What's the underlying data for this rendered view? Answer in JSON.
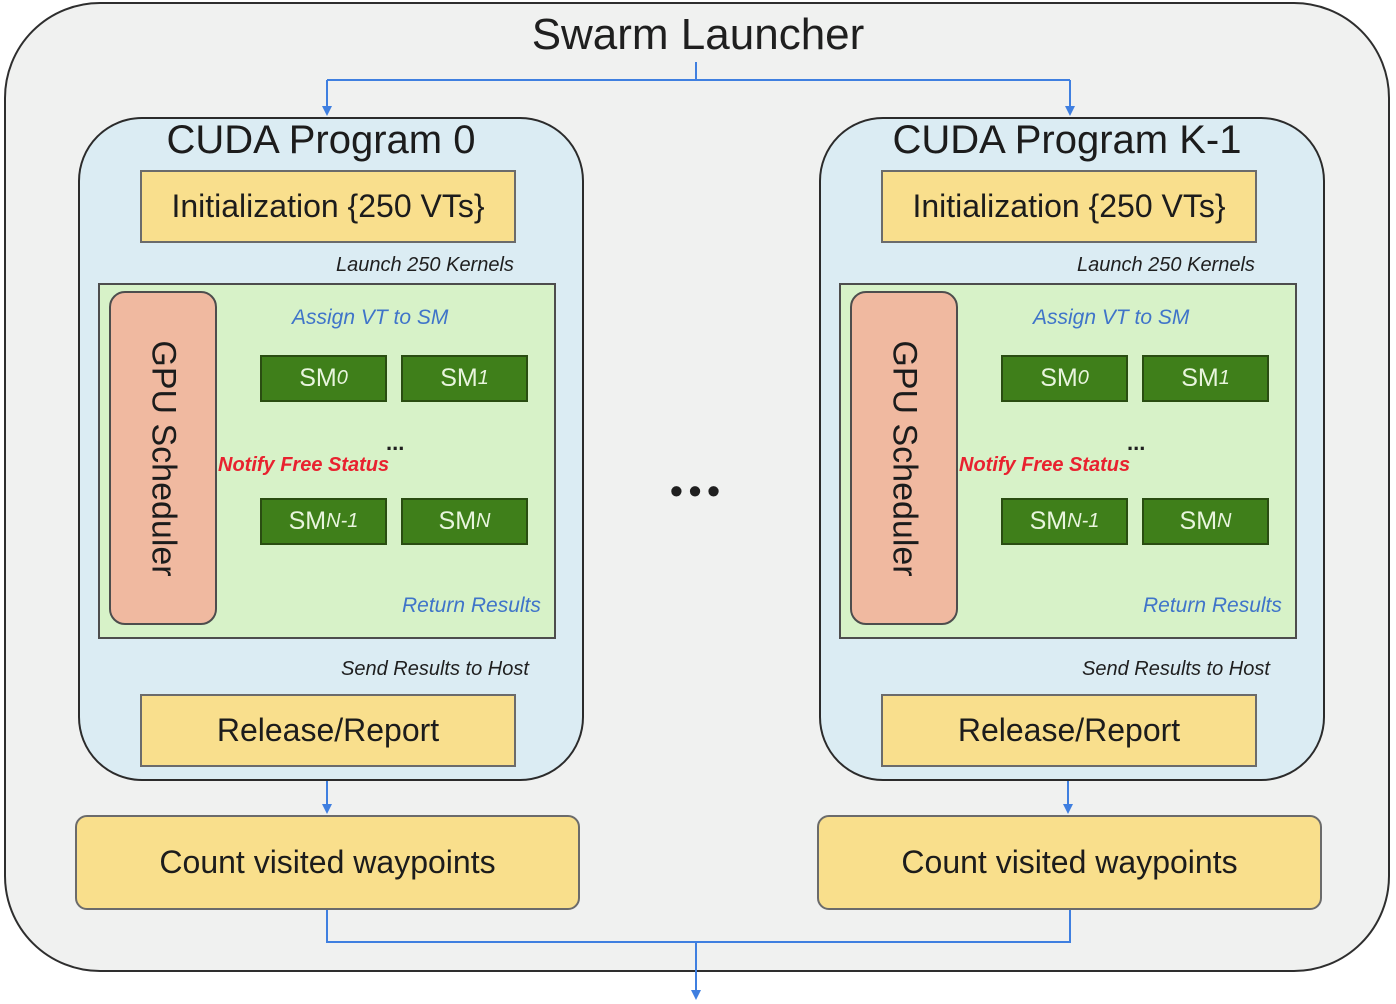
{
  "title": "Swarm Launcher",
  "between_programs": "•••",
  "programs": [
    {
      "title": "CUDA Program 0",
      "init": "Initialization {250 VTs}",
      "launch": "Launch 250 Kernels",
      "scheduler": "GPU Scheduler",
      "assign": "Assign VT to SM",
      "sm": [
        {
          "base": "SM",
          "sub": "0"
        },
        {
          "base": "SM",
          "sub": "1"
        },
        {
          "base": "SM",
          "sub": "N-1"
        },
        {
          "base": "SM",
          "sub": "N"
        }
      ],
      "ellipsis": "...",
      "notify": "Notify Free Status",
      "return": "Return Results",
      "send": "Send Results to Host",
      "release": "Release/Report",
      "count": "Count visited waypoints"
    },
    {
      "title": "CUDA Program K-1",
      "init": "Initialization {250 VTs}",
      "launch": "Launch 250 Kernels",
      "scheduler": "GPU Scheduler",
      "assign": "Assign VT to SM",
      "sm": [
        {
          "base": "SM",
          "sub": "0"
        },
        {
          "base": "SM",
          "sub": "1"
        },
        {
          "base": "SM",
          "sub": "N-1"
        },
        {
          "base": "SM",
          "sub": "N"
        }
      ],
      "ellipsis": "...",
      "notify": "Notify Free Status",
      "return": "Return Results",
      "send": "Send Results to Host",
      "release": "Release/Report",
      "count": "Count visited waypoints"
    }
  ],
  "colors": {
    "flow_arrow": "#3f7fe0",
    "notify_arrow": "#e8222f",
    "sm_fill": "#3f7f1a",
    "task_fill": "#f9df8d",
    "program_fill": "#dbecf3",
    "launcher_fill": "#f0f1f0",
    "gpu_area_fill": "#d7f2c8",
    "scheduler_fill": "#f0b9a0"
  }
}
